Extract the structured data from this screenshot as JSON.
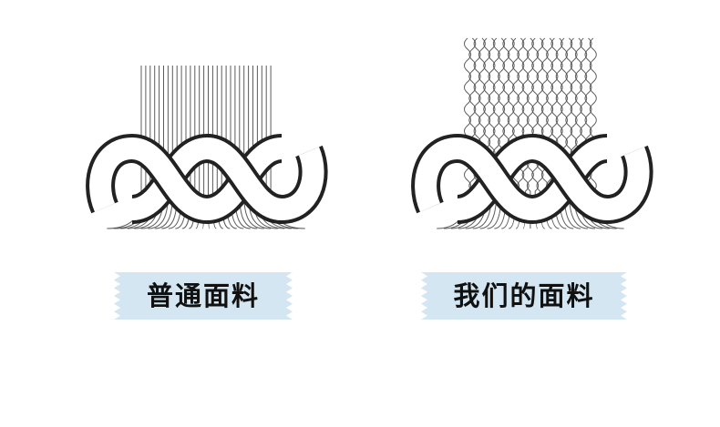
{
  "panels": [
    {
      "id": "ordinary-fabric",
      "label": "普通面料",
      "thread_style": "straight"
    },
    {
      "id": "our-fabric",
      "label": "我们的面料",
      "thread_style": "wavy"
    }
  ],
  "colors": {
    "background": "#ffffff",
    "label_background": "#d4e6f1",
    "weave_outline": "#222222",
    "weave_fill": "#ffffff",
    "thread": "#4a4a4a",
    "text": "#111111"
  }
}
